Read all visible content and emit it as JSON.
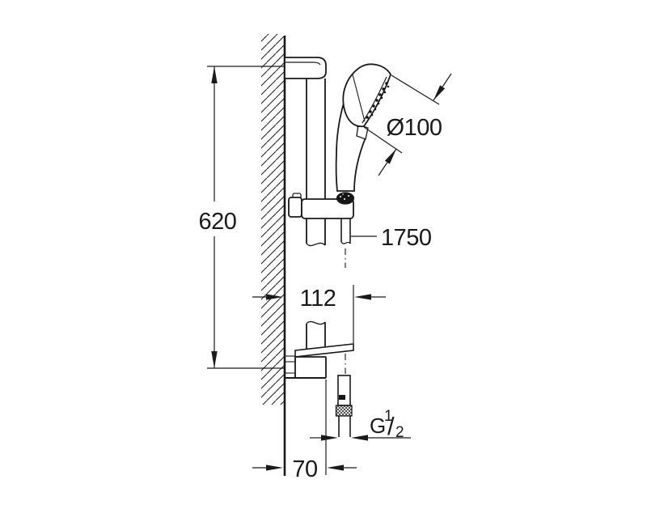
{
  "drawing": {
    "background": "#ffffff",
    "stroke_color": "#1a1a1a",
    "dark_fill": "#161616",
    "labels": {
      "rail_length": "620",
      "head_diameter": "Ø100",
      "hose_length": "1750",
      "holder_width": "112",
      "wall_distance": "70",
      "thread": {
        "letter": "G",
        "numerator": "1",
        "slash": "/",
        "denominator": "2"
      }
    }
  }
}
